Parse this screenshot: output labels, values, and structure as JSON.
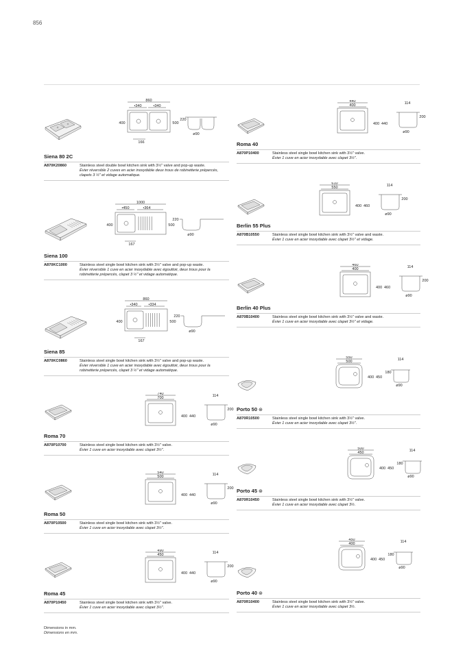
{
  "page_number": "856",
  "products": [
    {
      "name": "Siena 80 2C",
      "code": "A870K20860",
      "en": "Stainless steel double bowl kitchen sink with 3½\" valve and pop-up waste.",
      "fr": "Évier réversible 2 cuves en acier inoxydable deux trous de robinetterie prépercés, clapets 3 ½\" et vidage automatique.",
      "dims": {
        "w": "860",
        "b1": "340",
        "b2": "340",
        "h": "400",
        "h2": "500",
        "bot": "166",
        "depth": "220",
        "drain": "ø90"
      }
    },
    {
      "name": "Siena 100",
      "code": "A870KC1000",
      "en": "Stainless steel single bowl kitchen sink with 3½\" valve and pop-up waste.",
      "fr": "Évier réversible 1 cuve en acier inoxydable avec égouttoir, deux trous pour la robinetterie prépercés, clapet 3 ½\" et vidage automatique.",
      "dims": {
        "w": "1000",
        "b1": "450",
        "b2": "364",
        "h": "400",
        "h2": "500",
        "bot": "167",
        "depth": "220",
        "drain": "ø90"
      }
    },
    {
      "name": "Siena 85",
      "code": "A870KC0860",
      "en": "Stainless steel single bowl kitchen sink with 3½\" valve and pop-up waste.",
      "fr": "Évier réversible 1 cuve en acier inoxydable avec égouttoir, deux trous pour la robinetterie prépercés, clapet 3 ½\" et vidage automatique.",
      "dims": {
        "w": "860",
        "b1": "340",
        "b2": "334",
        "h": "400",
        "h2": "500",
        "bot": "167",
        "depth": "220",
        "drain": "ø90"
      }
    },
    {
      "name": "Roma 70",
      "code": "A870P10700",
      "en": "Stainless steel single bowl kitchen sink with 3½\" valve.",
      "fr": "Évier 1 cuve en acier inoxydable avec clapet 3½\".",
      "dims": {
        "w": "740",
        "w2": "700",
        "h": "400",
        "h2": "440",
        "top": "114",
        "depth": "200",
        "drain": "ø90"
      }
    },
    {
      "name": "Roma 50",
      "code": "A870P10500",
      "en": "Stainless steel single bowl kitchen sink with 3½\" valve.",
      "fr": "Évier 1 cuve en acier inoxydable avec clapet 3½\".",
      "dims": {
        "w": "540",
        "w2": "500",
        "h": "400",
        "h2": "440",
        "top": "114",
        "depth": "200",
        "drain": "ø90"
      }
    },
    {
      "name": "Roma 45",
      "code": "A870P10450",
      "en": "Stainless steel single bowl kitchen sink with 3½\" valve.",
      "fr": "Évier 1 cuve en acier inoxydable avec clapet 3½\".",
      "dims": {
        "w": "490",
        "w2": "450",
        "h": "400",
        "h2": "440",
        "top": "114",
        "depth": "200",
        "drain": "ø90"
      }
    },
    {
      "name": "Roma 40",
      "code": "A870P10400",
      "en": "Stainless steel single bowl kitchen sink with 3½\" valve.",
      "fr": "Évier 1 cuve en acier inoxydable avec clapet 3½\".",
      "dims": {
        "w": "440",
        "w2": "400",
        "h": "400",
        "h2": "440",
        "top": "114",
        "depth": "200",
        "drain": "ø90"
      }
    },
    {
      "name": "Berlin 55 Plus",
      "code": "A870B10550",
      "en": "Stainless steel single bowl kitchen sink with 3½\" valve and waste.",
      "fr": "Évier 1 cuve en acier inoxydable avec clapet 3½\" et vidage.",
      "dims": {
        "w": "610",
        "w2": "550",
        "h": "400",
        "h2": "460",
        "top": "114",
        "depth": "200",
        "drain": "ø90"
      }
    },
    {
      "name": "Berlin 40 Plus",
      "code": "A870B10400",
      "en": "Stainless steel single bowl kitchen sink with 3½\" valve and waste.",
      "fr": "Évier 1 cuve en acier inoxydable avec clapet 3½\" et vidage.",
      "dims": {
        "w": "460",
        "w2": "400",
        "h": "400",
        "h2": "460",
        "top": "114",
        "depth": "200",
        "drain": "ø90"
      }
    },
    {
      "name": "Porto 50",
      "code": "A870R10500",
      "en": "Stainless steel single bowl kitchen sink with 3½\" valve.",
      "fr": "Évier 1 cuve en acier inoxydable avec clapet 3½\".",
      "mark": "⊛",
      "dims": {
        "w": "550",
        "w2": "500",
        "h": "400",
        "h2": "450",
        "top": "114",
        "depth": "180",
        "drain": "ø90"
      }
    },
    {
      "name": "Porto 45",
      "code": "A870R10450",
      "en": "Stainless steel single bowl kitchen sink with 3½\" valve.",
      "fr": "Évier 1 cuve en acier inoxydable avec clapet 3½.",
      "mark": "⊛",
      "dims": {
        "w": "500",
        "w2": "450",
        "h": "400",
        "h2": "450",
        "top": "114",
        "depth": "180",
        "drain": "ø90"
      }
    },
    {
      "name": "Porto 40",
      "code": "A870R10400",
      "en": "Stainless steel single bowl kitchen sink with 3½\" valve.",
      "fr": "Évier 1 cuve en acier inoxydable avec clapet 3½.",
      "mark": "⊛",
      "dims": {
        "w": "450",
        "w2": "400",
        "h": "400",
        "h2": "450",
        "top": "114",
        "depth": "180",
        "drain": "ø90"
      }
    }
  ],
  "footer": {
    "en": "Dimensions in mm.",
    "fr": "Dimensions en mm."
  }
}
